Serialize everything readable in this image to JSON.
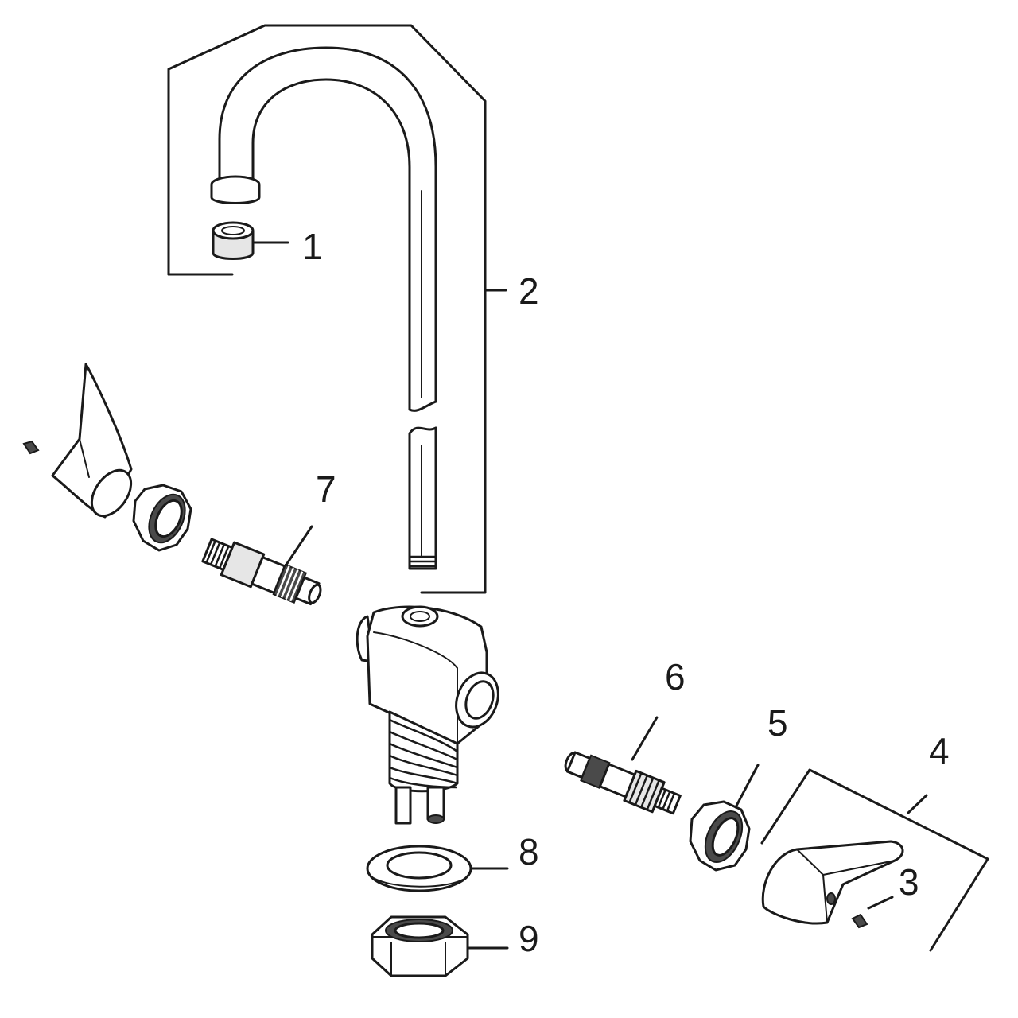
{
  "callouts": [
    "1",
    "2",
    "3",
    "4",
    "5",
    "6",
    "7",
    "8",
    "9"
  ],
  "icons": {
    "spout": "gooseneck-spout-icon",
    "aerator": "aerator-icon",
    "body": "faucet-body-icon",
    "cartridge": "valve-cartridge-icon",
    "bonnet_nut": "bonnet-nut-icon",
    "handle": "lever-handle-icon",
    "screw": "handle-screw-icon",
    "washer": "washer-icon",
    "locknut": "hex-locknut-icon"
  },
  "colors": {
    "ink": "#1a1a1a",
    "paper": "#ffffff",
    "shade": "#e6e6e6"
  }
}
